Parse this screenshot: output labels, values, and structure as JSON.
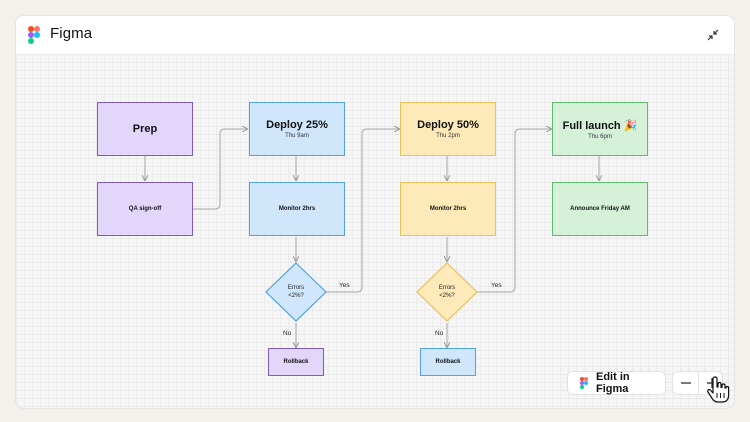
{
  "app": {
    "title": "Figma"
  },
  "diagram": {
    "nodes": {
      "prep": {
        "label": "Prep"
      },
      "qa": {
        "label": "QA sign-off"
      },
      "deploy25": {
        "label": "Deploy 25%",
        "sub": "Thu 9am"
      },
      "monitor1": {
        "label": "Monitor 2hrs"
      },
      "decision1": {
        "label": "Errors\n<2%?"
      },
      "rollback1": {
        "label": "Rollback"
      },
      "deploy50": {
        "label": "Deploy 50%",
        "sub": "Thu 2pm"
      },
      "monitor2": {
        "label": "Monitor 2hrs"
      },
      "decision2": {
        "label": "Errors\n<2%?"
      },
      "rollback2": {
        "label": "Rollback"
      },
      "full": {
        "label": "Full launch 🎉",
        "sub": "Thu 6pm"
      },
      "announce": {
        "label": "Announce Friday AM"
      }
    },
    "edge_labels": {
      "yes1": "Yes",
      "no1": "No",
      "yes2": "Yes",
      "no2": "No"
    }
  },
  "toolbar": {
    "edit_label": "Edit in Figma",
    "zoom_out": "—",
    "zoom_in": "+"
  },
  "colors": {
    "purple": "#e3d6fb",
    "blue": "#cfe6fb",
    "yellow": "#fdeab8",
    "green": "#d5f2d9"
  },
  "icons": {
    "logo": "figma-logo-icon",
    "collapse": "collapse-icon",
    "cursor": "hand-pointer-icon"
  }
}
